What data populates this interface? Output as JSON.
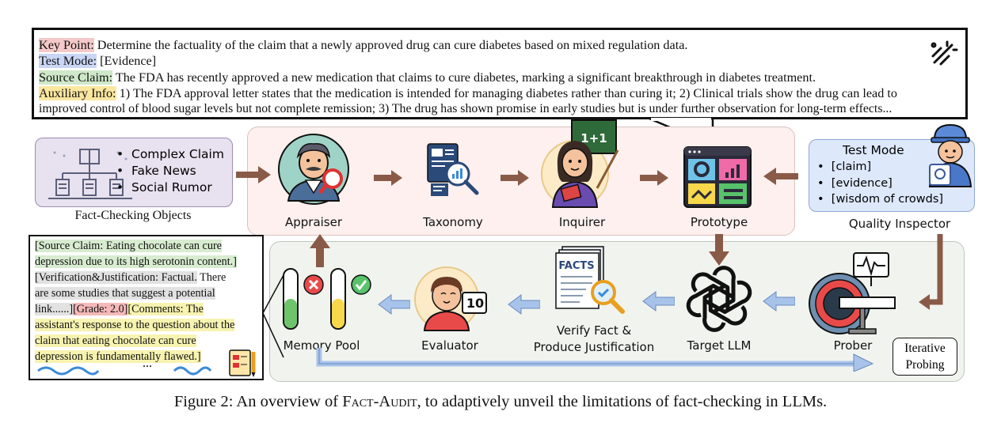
{
  "top_box": {
    "key_point_label": "Key Point:",
    "key_point_text": " Determine the factuality of the claim that a newly approved drug can cure diabetes based on mixed regulation data.",
    "test_mode_label": "Test Mode:",
    "test_mode_text": " [Evidence]",
    "source_claim_label": "Source Claim:",
    "source_claim_text": " The FDA has recently approved a new medication that claims to cure diabetes, marking a significant breakthrough in diabetes treatment.",
    "aux_label": "Auxiliary Info:",
    "aux_text_1": " 1) The FDA approval letter states that the medication is intended for managing diabetes rather than curing it; 2) Clinical trials show the drug can lead to",
    "aux_text_2": "improved control of blood sugar levels but not complete remission; 3) The drug has shown promise in early studies but is under further observation for long-term effects..."
  },
  "fact_checking_objects": {
    "items": [
      "Complex Claim",
      "Fake News",
      "Social Rumor"
    ],
    "label": "Fact-Checking Objects"
  },
  "pipeline_top": {
    "appraiser": "Appraiser",
    "taxonomy": "Taxonomy",
    "inquirer": "Inquirer",
    "prototype": "Prototype",
    "board_text": "1+1"
  },
  "quality_inspector": {
    "title": "Test Mode",
    "items": [
      "[claim]",
      "[evidence]",
      "[wisdom of crowds]"
    ],
    "label": "Quality Inspector"
  },
  "pipeline_bottom": {
    "memory_pool": "Memory Pool",
    "evaluator": "Evaluator",
    "evaluator_score": "10",
    "verify_line1": "Verify Fact &",
    "verify_line2": "Produce Justification",
    "facts_doc": "FACTS",
    "target_llm": "Target LLM",
    "prober": "Prober",
    "iterative_line1": "Iterative",
    "iterative_line2": "Probing"
  },
  "memory_note": {
    "l1": "[Source Claim: Eating chocolate can cure",
    "l2": "depression due to its high serotonin content.]",
    "l3a": "[Verification&Justification: Factual.",
    "l3b": " There",
    "l4": "are some studies that suggest a potential",
    "l5a": "link......]",
    "l5b": "[Grade: 2.0]",
    "l5c": "[Comments: The",
    "l6": "assistant's response to the question about the",
    "l7": "claim that eating chocolate can cure",
    "l8": "depression is fundamentally flawed.]",
    "ellipsis": "..."
  },
  "caption": {
    "prefix": "Figure 2: An overview of ",
    "name": "Fact-Audit",
    "suffix": ", to adaptively unveil the limitations of fact-checking in LLMs."
  },
  "colors": {
    "top_panel": "#fdf0ee",
    "bottom_panel": "#f1f4ee",
    "objects_panel": "#e8e1ef",
    "inspector_panel": "#dde8fb",
    "arrow_brown": "#8a5a48",
    "arrow_blue": "#a8c3ea"
  }
}
